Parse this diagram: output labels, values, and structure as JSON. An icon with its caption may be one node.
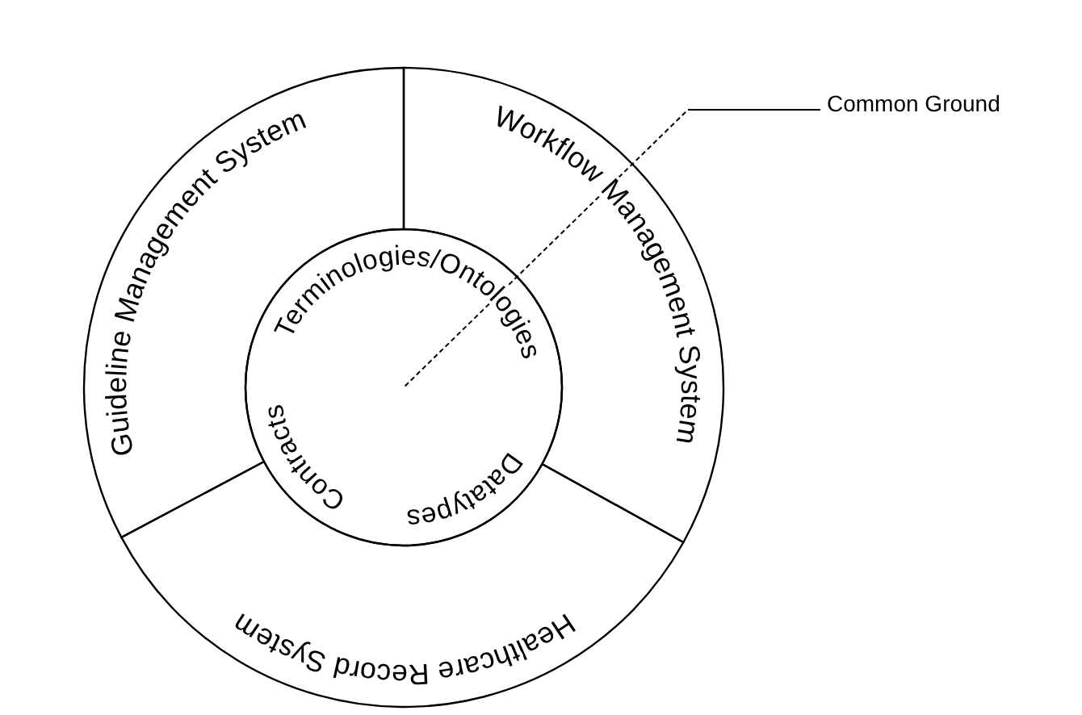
{
  "diagram": {
    "nodes": [
      {
        "text": [
          "Guideline Management System"
        ]
      },
      {
        "text": [
          "Workflow Management System"
        ]
      },
      {
        "text": [
          "Healthcare Record System"
        ]
      },
      {
        "text": [
          "Terminologies/Ontologies",
          "Contracts",
          "Datatypes"
        ]
      },
      {
        "text": [
          "Common Ground"
        ]
      }
    ],
    "edges": [
      {
        "from": 4,
        "to": 3,
        "arrow": "none",
        "style": "dashed"
      }
    ]
  }
}
